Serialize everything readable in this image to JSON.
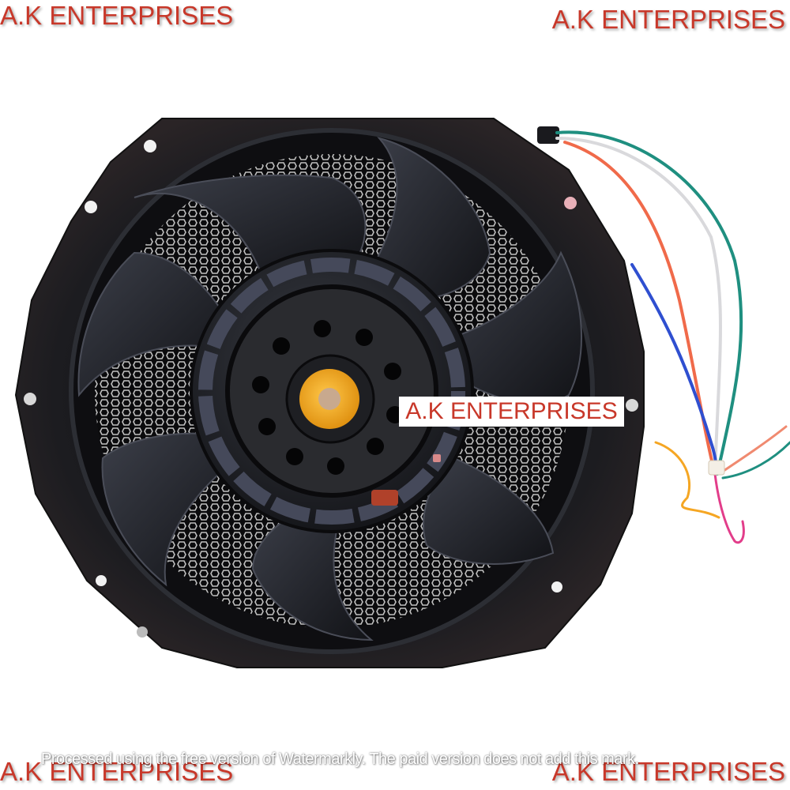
{
  "image": {
    "subject": "black axial cooling fan with colored lead wires",
    "background_color": "#ffffff"
  },
  "watermarks": {
    "top_left": "A.K ENTERPRISES",
    "top_right": "A.K ENTERPRISES",
    "center": "A.K ENTERPRISES",
    "bottom_left": "A.K ENTERPRISES",
    "bottom_right": "A.K ENTERPRISES",
    "color": "#c8382a"
  },
  "notice": {
    "text": "Processed using the free version of Watermarkly. The paid version does not add this mark."
  },
  "fan": {
    "blade_count": 7,
    "hub_cap_color": "#f2a51c",
    "body_color": "#1a1b1f",
    "wire_colors": [
      "#1f8f80",
      "#d9d9dc",
      "#f06a4a",
      "#2f4fd0",
      "#f5a623",
      "#e23d8a"
    ]
  }
}
